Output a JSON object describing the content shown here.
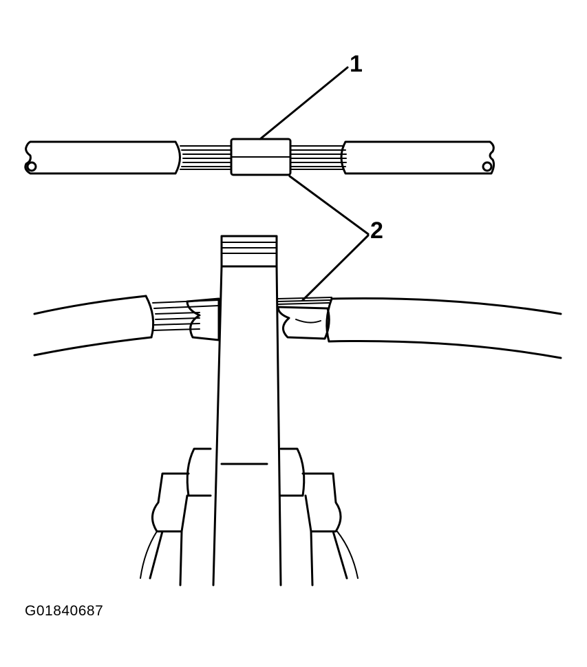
{
  "callouts": [
    {
      "number": "1"
    },
    {
      "number": "2"
    }
  ],
  "figure_id": "G01840687",
  "colors": {
    "line": "#000000",
    "background": "#ffffff"
  }
}
